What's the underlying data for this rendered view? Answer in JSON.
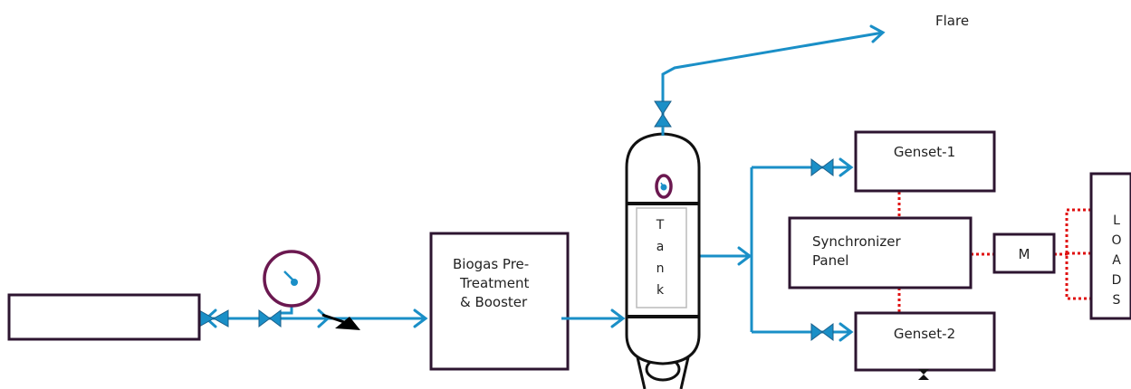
{
  "labels": {
    "flare": "Flare",
    "pretreatment_line1": "Biogas Pre-",
    "pretreatment_line2": "Treatment",
    "pretreatment_line3": "& Booster",
    "tank_letters": [
      "T",
      "a",
      "n",
      "k"
    ],
    "genset1": "Genset-1",
    "genset2": "Genset-2",
    "sync_line1": "Synchronizer",
    "sync_line2": "Panel",
    "meter": "M",
    "loads_letters": [
      "L",
      "O",
      "A",
      "D",
      "S"
    ]
  },
  "colors": {
    "pipe": "#1a8fc7",
    "box_border": "#2d1530",
    "gauge": "#6b1850",
    "electrical": "#e01010",
    "text": "#222222"
  }
}
